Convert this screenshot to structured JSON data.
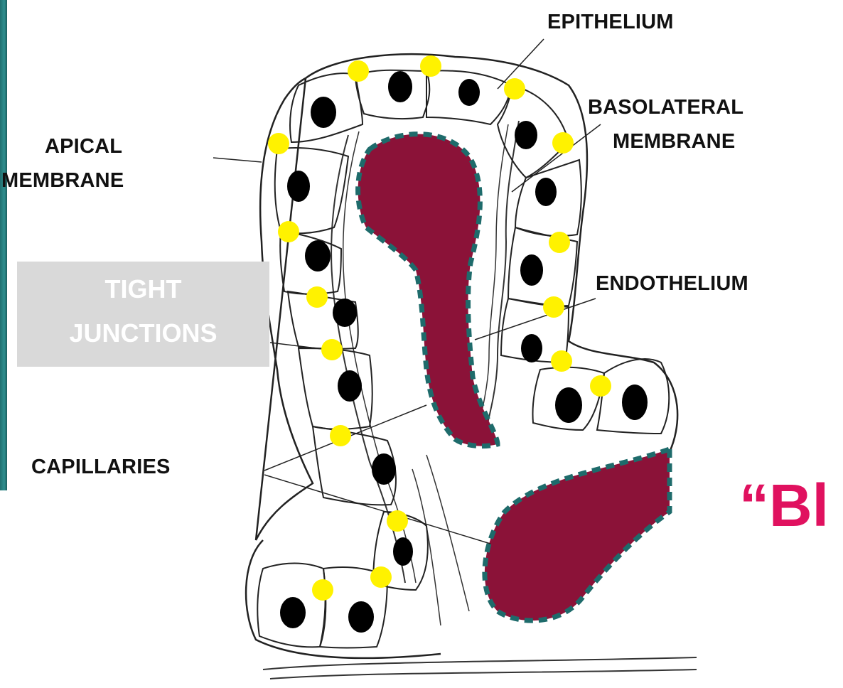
{
  "labels": {
    "epithelium": "EPITHELIUM",
    "basolateral_1": "BASOLATERAL",
    "basolateral_2": "MEMBRANE",
    "apical_1": "APICAL",
    "apical_2": "MEMBRANE",
    "endothelium": "ENDOTHELIUM",
    "capillaries": "CAPILLARIES",
    "tight_1": "TIGHT",
    "tight_2": "JUNCTIONS",
    "blood_partial": "“Bl"
  },
  "colors": {
    "capillary_fill": "#8b1238",
    "capillary_border": "#1e6b6b",
    "tight_junction_dot": "#fff200",
    "label_box": "#d9d9d9",
    "blood_text": "#e0115f",
    "left_bar": "#2f8f8f"
  }
}
